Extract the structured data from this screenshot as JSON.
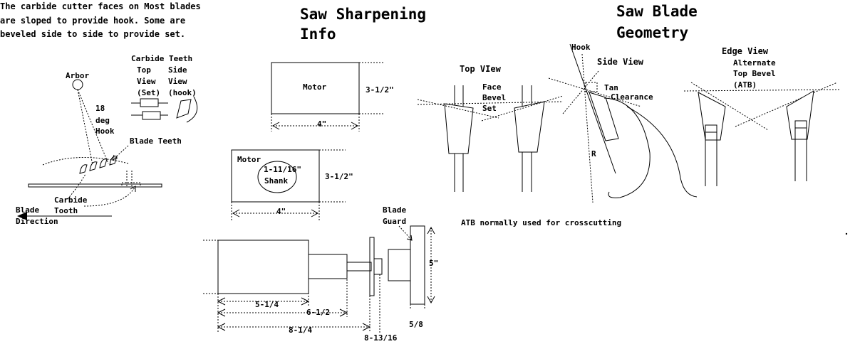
{
  "intro": {
    "line1": "The carbide cutter faces on Most blades",
    "line2": "are sloped to provide hook. Some  are",
    "line3": "beveled side to side to provide set."
  },
  "titles": {
    "sharpening1": "Saw Sharpening",
    "sharpening2": "Info",
    "geometry1": "Saw Blade",
    "geometry2": "Geometry"
  },
  "left_diagram": {
    "arbor": "Arbor",
    "hook1": "18",
    "hook2": "deg",
    "hook3": "Hook",
    "blade_teeth": "Blade Teeth",
    "carbide1": "Carbide",
    "carbide2": "Tooth",
    "direction1": "Blade",
    "direction2": "Direction",
    "teeth_header": "Carbide Teeth",
    "top": "Top",
    "view1": "View",
    "set": "(Set)",
    "side": "Side",
    "view2": "View",
    "hook_paren": "(hook)"
  },
  "motor_diagrams": {
    "motor1": "Motor",
    "height1": "3-1/2\"",
    "width1": "4\"",
    "motor2": "Motor",
    "shank1": "1-11/16\"",
    "shank2": "Shank",
    "height2": "3-1/2\"",
    "width2": "4\"",
    "guard1": "Blade",
    "guard2": "Guard",
    "guard_dim": "5\"",
    "dim1": "5-1/4",
    "dim2": "6-1/2",
    "dim3": "8-1/4",
    "dim4": "8-13/16",
    "dim5": "5/8"
  },
  "geometry": {
    "top_view": "Top VIew",
    "face": "Face",
    "bevel": "Bevel",
    "set": "Set",
    "hook": "Hook",
    "side_view": "Side View",
    "tan": "Tan",
    "clearance": "Clearance",
    "r": "R",
    "edge_view": "Edge View",
    "alt": "Alternate",
    "top_bevel": "Top Bevel",
    "atb": "(ATB)",
    "note": "ATB normally used for crosscutting"
  }
}
